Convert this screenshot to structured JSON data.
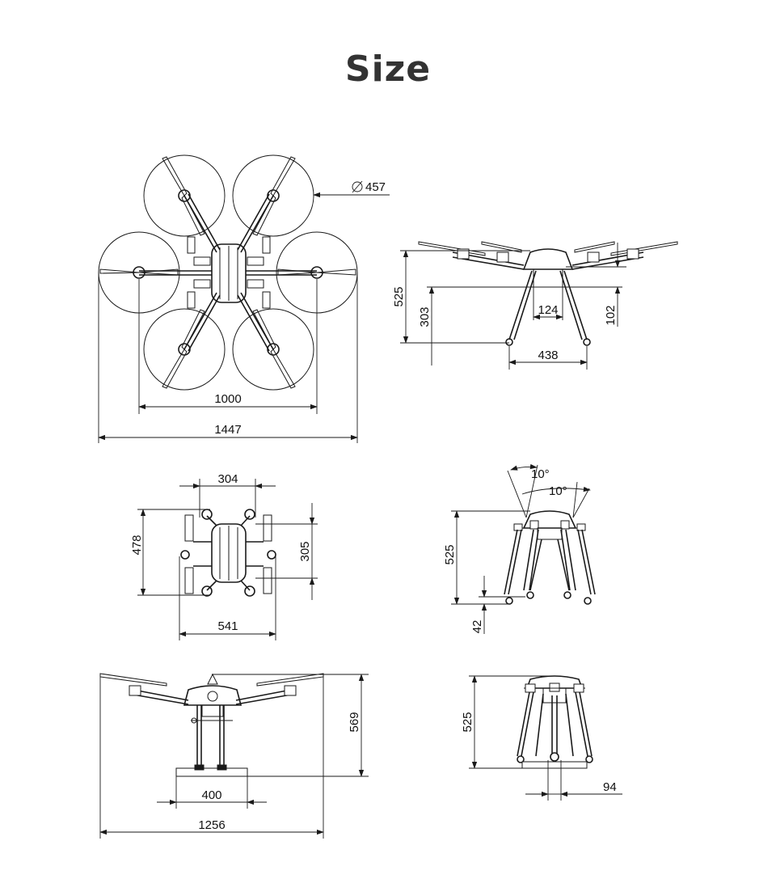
{
  "title": "Size",
  "top_view": {
    "propeller_diameter": "457",
    "rotor_span": "1000",
    "overall_width": "1447"
  },
  "front_view_unfolded": {
    "height": "525",
    "body_height": "303",
    "center_width": "124",
    "offset": "102",
    "skid_width": "438"
  },
  "folded_top_view": {
    "width_top": "304",
    "depth_left": "478",
    "depth_right": "305",
    "width_bottom": "541"
  },
  "folded_front_view": {
    "angle_outer": "10°",
    "angle_inner": "10°",
    "height": "525",
    "clearance": "42"
  },
  "side_view": {
    "height": "569",
    "skid_width": "400",
    "overall_width": "1256"
  },
  "folded_side_view": {
    "height": "525",
    "depth": "94"
  }
}
